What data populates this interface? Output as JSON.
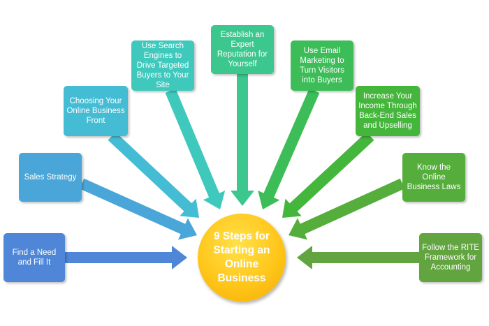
{
  "center": {
    "label": "9 Steps for Starting an Online Business",
    "color": "#fbbd12"
  },
  "steps": [
    {
      "label": "Find a Need and Fill It",
      "color": "#4f86d8"
    },
    {
      "label": "Sales Strategy",
      "color": "#4aa6d8"
    },
    {
      "label": "Choosing Your Online Business Front",
      "color": "#44bcd4"
    },
    {
      "label": "Use Search Engines to Drive Targeted Buyers to Your Site",
      "color": "#3fc9bd"
    },
    {
      "label": "Establish an Expert Reputation for Yourself",
      "color": "#3cc78f"
    },
    {
      "label": "Use Email Marketing to Turn Visitors into Buyers",
      "color": "#3dbd58"
    },
    {
      "label": "Increase Your Income Through Back-End Sales and Upselling",
      "color": "#44b63b"
    },
    {
      "label": "Know the Online Business Laws",
      "color": "#55ae3c"
    },
    {
      "label": "Follow the RITE Framework for Accounting",
      "color": "#62a43f"
    }
  ]
}
